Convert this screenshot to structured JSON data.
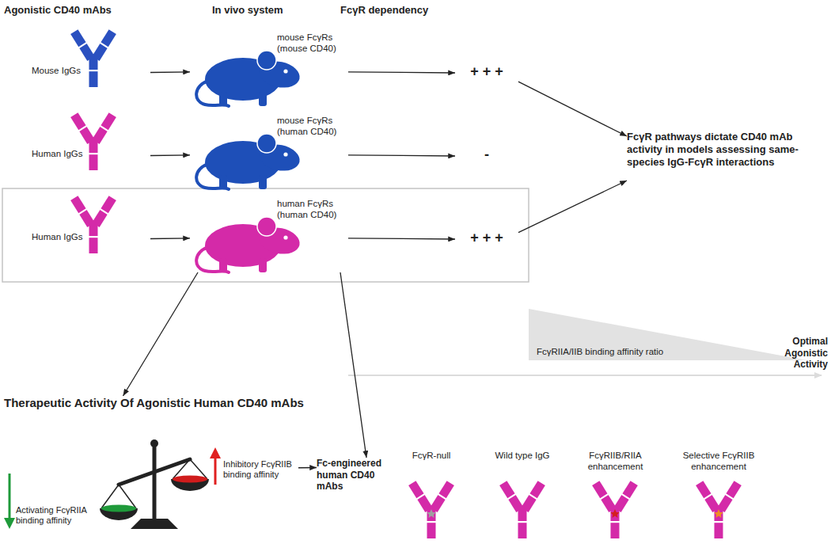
{
  "diagram": {
    "nodes": [
      {
        "text": [
          "Mouse IgGs"
        ]
      },
      {
        "text": [
          "mouse FcγRs (mouse CD40)"
        ]
      },
      {
        "text": [
          "+ + +"
        ]
      },
      {
        "text": [
          "Human IgGs"
        ]
      },
      {
        "text": [
          "mouse FcγRs (human CD40)"
        ]
      },
      {
        "text": [
          "-"
        ]
      },
      {
        "text": [
          "Human IgGs"
        ]
      },
      {
        "text": [
          "human FcγRs (human CD40)"
        ]
      },
      {
        "text": [
          "+ + +"
        ]
      },
      {
        "text": [
          "FcγR pathways dictate CD40 mAb activity in models assessing same-species IgG-FcγR interactions"
        ]
      },
      {
        "text": [
          "Therapeutic Activity Of Agonistic Human CD40 mAbs"
        ]
      },
      {
        "text": [
          "Activating FcγRIIA binding affinity",
          "Inhibitory FcγRIIB binding affinity"
        ]
      },
      {
        "text": [
          "Fc-engineered human CD40 mAbs"
        ]
      },
      {
        "text": [
          "FcγR-null"
        ]
      },
      {
        "text": [
          "Wild type IgG"
        ]
      },
      {
        "text": [
          "FcγRIIB/RIIA enhancement"
        ]
      },
      {
        "text": [
          "Selective FcγRIIB enhancement"
        ]
      }
    ],
    "edges": [
      {
        "from": 0,
        "to": 1,
        "arrow": "to"
      },
      {
        "from": 1,
        "to": 2,
        "arrow": "to"
      },
      {
        "from": 3,
        "to": 4,
        "arrow": "to"
      },
      {
        "from": 4,
        "to": 5,
        "arrow": "to"
      },
      {
        "from": 6,
        "to": 7,
        "arrow": "to"
      },
      {
        "from": 7,
        "to": 8,
        "arrow": "to"
      },
      {
        "from": 2,
        "to": 9,
        "arrow": "to"
      },
      {
        "from": 8,
        "to": 9,
        "arrow": "to"
      },
      {
        "from": 7,
        "to": 10,
        "arrow": "to"
      },
      {
        "from": 7,
        "to": 12,
        "arrow": "to"
      },
      {
        "from": 11,
        "to": 12,
        "arrow": "to"
      }
    ],
    "labels": [
      "Agonistic CD40 mAbs",
      "In vivo system",
      "FcγR dependency",
      "FcγRIIA/IIB binding affinity ratio",
      "Optimal Agonistic Activity"
    ]
  }
}
